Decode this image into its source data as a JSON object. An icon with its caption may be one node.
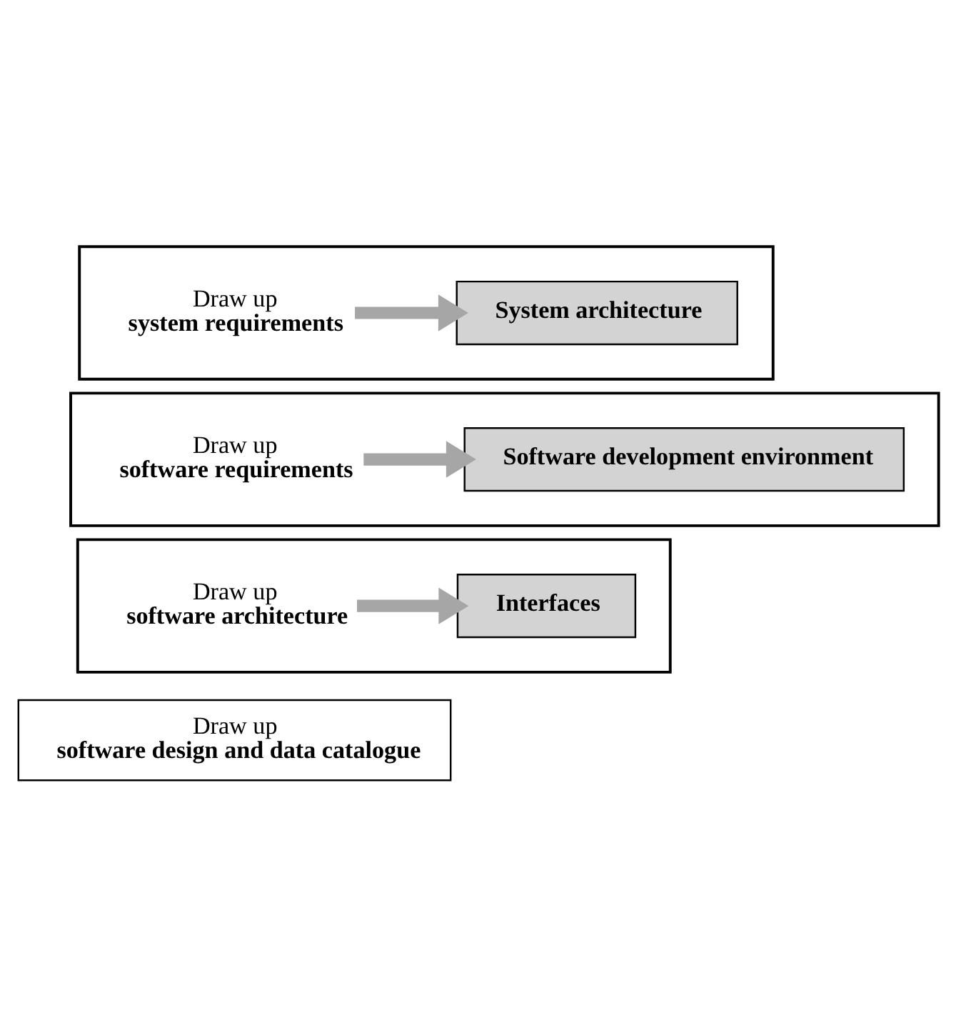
{
  "diagram": {
    "nodes": [
      {
        "text": [],
        "shape": "chevron"
      },
      {
        "text": [
          "Draw up",
          "system requirements"
        ],
        "in": 0
      },
      {
        "text": [
          "System architecture"
        ],
        "in": 0
      },
      {
        "text": [],
        "shape": "chevron"
      },
      {
        "text": [
          "Draw up",
          "software requirements"
        ],
        "in": 3
      },
      {
        "text": [
          "Software development environment"
        ],
        "in": 3
      },
      {
        "text": [],
        "shape": "chevron"
      },
      {
        "text": [
          "Draw up",
          "software architecture"
        ],
        "in": 6
      },
      {
        "text": [
          "Interfaces"
        ],
        "in": 6
      },
      {
        "text": [
          "Draw up",
          "software design and data catalogue"
        ]
      }
    ],
    "edges": [
      {
        "from": 1,
        "to": 2,
        "arrow": "to"
      },
      {
        "from": 4,
        "to": 5,
        "arrow": "to"
      },
      {
        "from": 7,
        "to": 8,
        "arrow": "to"
      }
    ]
  }
}
